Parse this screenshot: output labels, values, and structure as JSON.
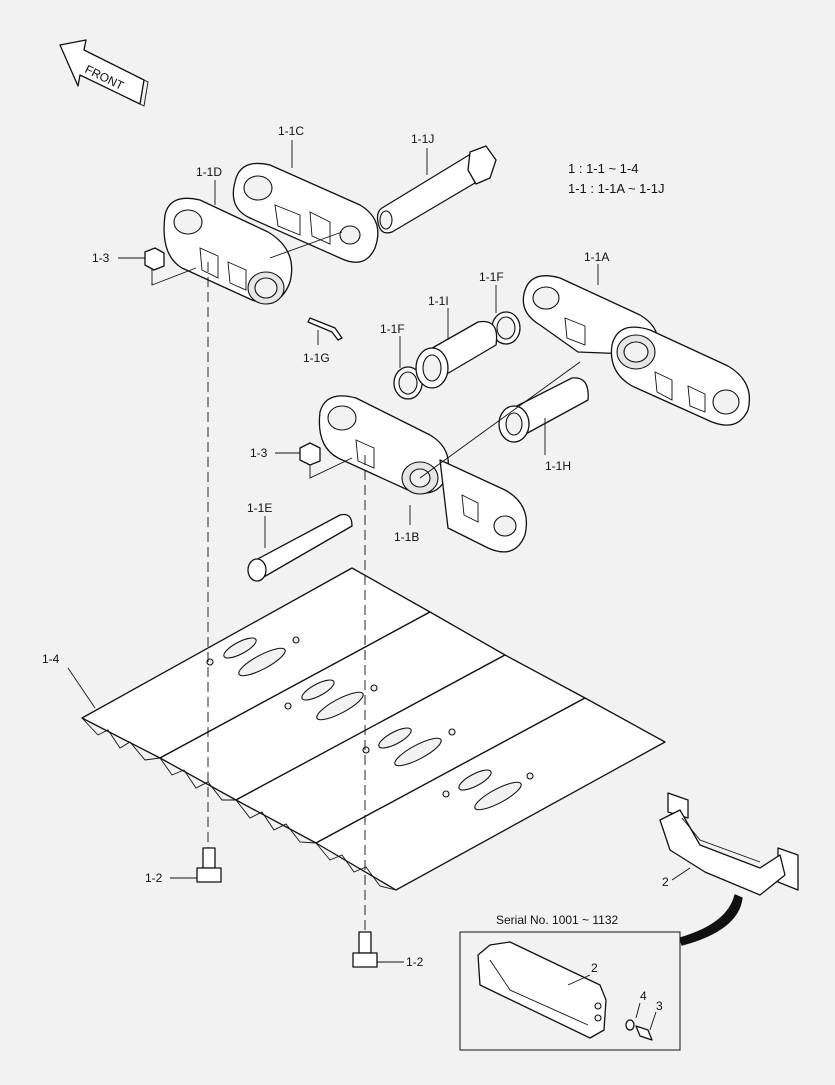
{
  "front_label": "FRONT",
  "legend": {
    "line1": "1 : 1-1 ~ 1-4",
    "line2": "1-1 : 1-1A ~ 1-1J"
  },
  "callouts": {
    "c_1_1C": "1-1C",
    "c_1_1J": "1-1J",
    "c_1_1D": "1-1D",
    "c_1_3_top": "1-3",
    "c_1_1G": "1-1G",
    "c_1_1F_right": "1-1F",
    "c_1_1A": "1-1A",
    "c_1_1I": "1-1I",
    "c_1_1F_left": "1-1F",
    "c_1_3_mid": "1-3",
    "c_1_1H": "1-1H",
    "c_1_1E": "1-1E",
    "c_1_1B": "1-1B",
    "c_1_4": "1-4",
    "c_1_2_left": "1-2",
    "c_1_2_right": "1-2",
    "c_2_main": "2",
    "c_2_inset": "2",
    "c_4_inset": "4",
    "c_3_inset": "3"
  },
  "inset": {
    "title": "Serial No. 1001 ~ 1132"
  }
}
